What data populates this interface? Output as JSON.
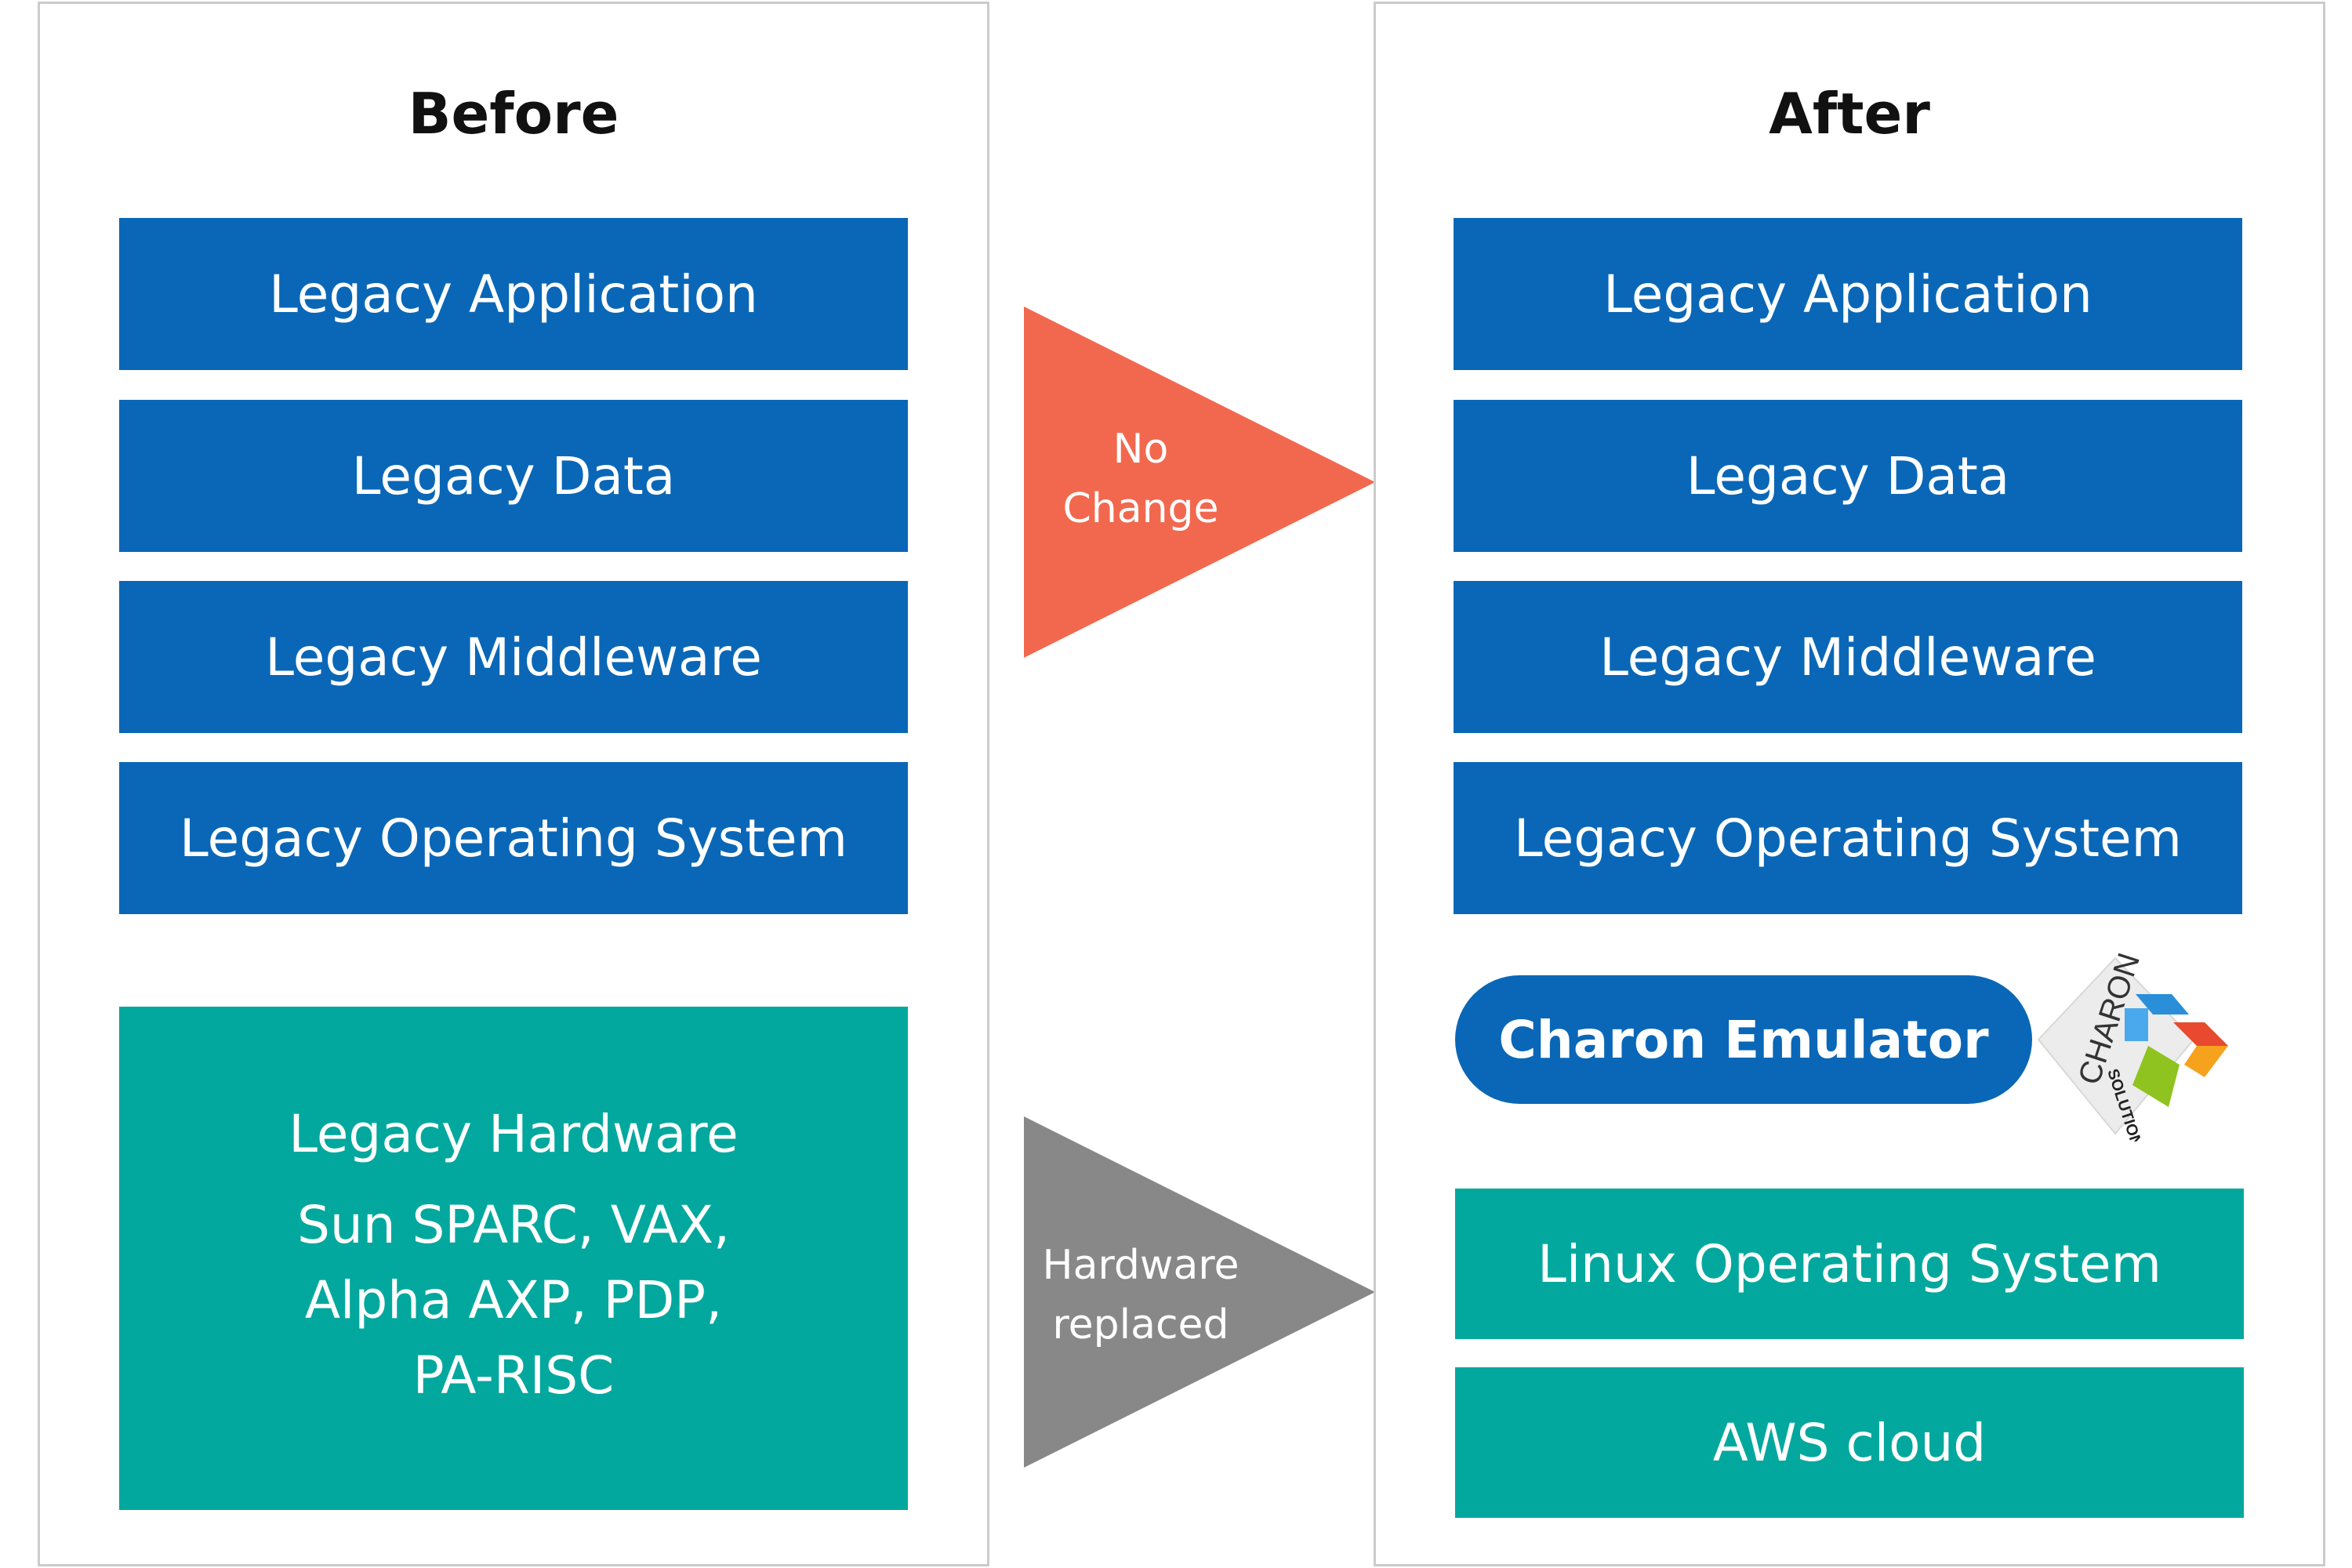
{
  "before": {
    "title": "Before",
    "layers": [
      "Legacy Application",
      "Legacy Data",
      "Legacy Middleware",
      "Legacy Operating System"
    ],
    "hardware": {
      "title": "Legacy Hardware",
      "line1": "Sun SPARC, VAX,",
      "line2": "Alpha AXP, PDP,",
      "line3": "PA-RISC"
    }
  },
  "after": {
    "title": "After",
    "layers": [
      "Legacy Application",
      "Legacy Data",
      "Legacy Middleware",
      "Legacy Operating System"
    ],
    "emulator": "Charon Emulator",
    "logo": {
      "icon": "charon-solution-logo",
      "word1": "CHARON",
      "word2": "SOLUTION"
    },
    "lower_layers": [
      "Linux Operating System",
      "AWS cloud"
    ]
  },
  "arrows": {
    "no_change": {
      "line1": "No",
      "line2": "Change",
      "color": "#f2684e"
    },
    "hardware_replaced": {
      "line1": "Hardware",
      "line2": "replaced",
      "color": "#888888"
    }
  },
  "colors": {
    "blue": "#0a67b7",
    "teal": "#02a89d",
    "border": "#cccccc"
  }
}
